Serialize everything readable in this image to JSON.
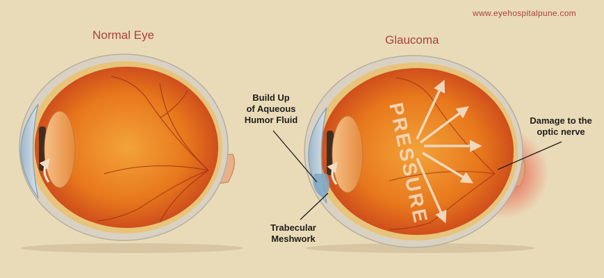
{
  "website": "www.eyehospitalpune.com",
  "panels": {
    "normal": {
      "title": "Normal Eye"
    },
    "glaucoma": {
      "title": "Glaucoma",
      "pressure_word": "PRESSURE"
    }
  },
  "callouts": {
    "aqueous_line1": "Build Up",
    "aqueous_line2": "of Aqueous",
    "aqueous_line3": "Humor Fluid",
    "trabecular_line1": "Trabecular",
    "trabecular_line2": "Meshwork",
    "optic_line1": "Damage to the",
    "optic_line2": "optic nerve"
  },
  "colors": {
    "background": "#eadbb8",
    "title_text": "#a8413a",
    "retina": "#e0761c",
    "sclera": "#d9d2c3",
    "arrows": "#f2ddc4"
  }
}
